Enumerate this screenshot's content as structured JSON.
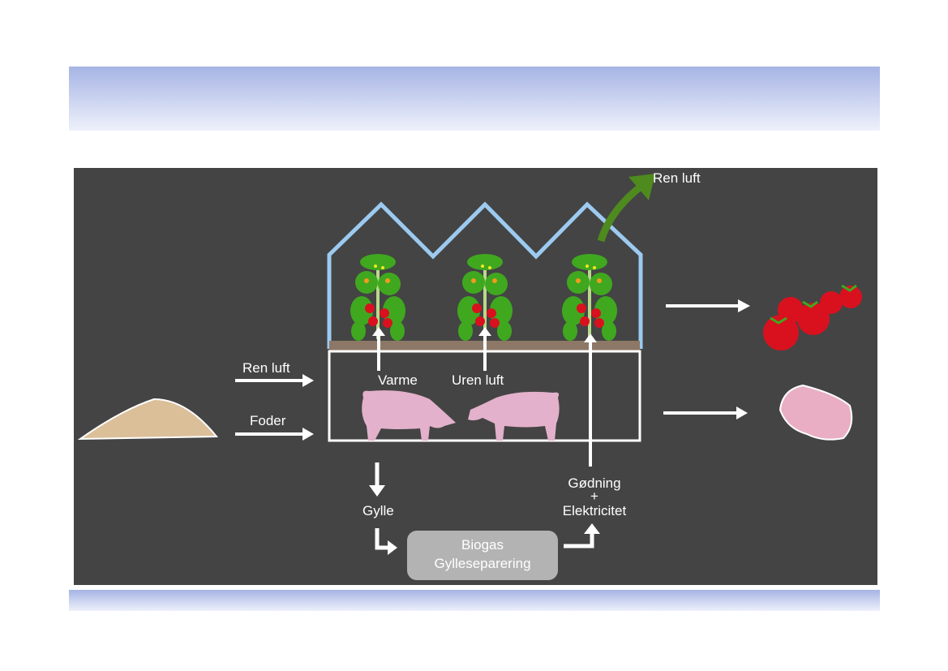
{
  "labels": {
    "ren_luft_out": "Ren luft",
    "ren_luft_in": "Ren luft",
    "foder": "Foder",
    "varme": "Varme",
    "uren_luft": "Uren luft",
    "gylle": "Gylle",
    "biogas": "Biogas",
    "gylleseparering": "Gylleseparering",
    "godning": "Gødning",
    "plus": "+",
    "elektricitet": "Elektricitet"
  },
  "colors": {
    "panel": "#444444",
    "greenhouse_frame": "#9ccaf0",
    "soil": "#8d7867",
    "pig": "#e3b1cb",
    "arrow_green": "#4e8a1e",
    "process_box": "#b3b3b3",
    "tomato": "#d9111f",
    "leaf": "#3fa81f"
  }
}
